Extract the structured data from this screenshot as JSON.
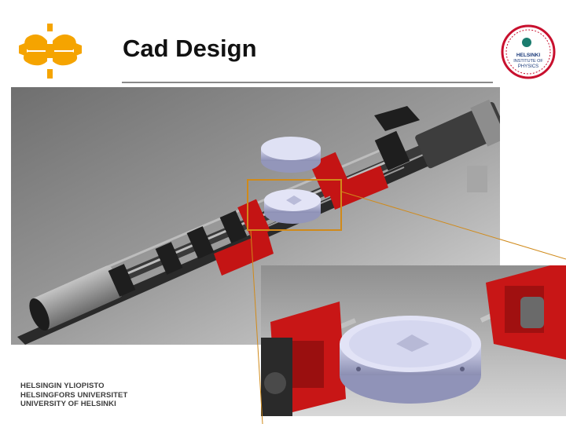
{
  "slide": {
    "title": "Cad Design"
  },
  "logos": {
    "university_flame": "university-flame-logo",
    "institute_seal_text": "HELSINKI INSTITUTE OF PHYSICS",
    "flame_color": "#f5a400",
    "seal_color": "#c8102e"
  },
  "footer": {
    "university_names": [
      "HELSINGIN YLIOPISTO",
      "HELSINGFORS UNIVERSITET",
      "UNIVERSITY OF HELSINKI"
    ]
  },
  "figure": {
    "main_image": "cad-assembly-render",
    "zoom_image": "cad-detail-zoom",
    "highlight_color": "#d08a1a"
  }
}
